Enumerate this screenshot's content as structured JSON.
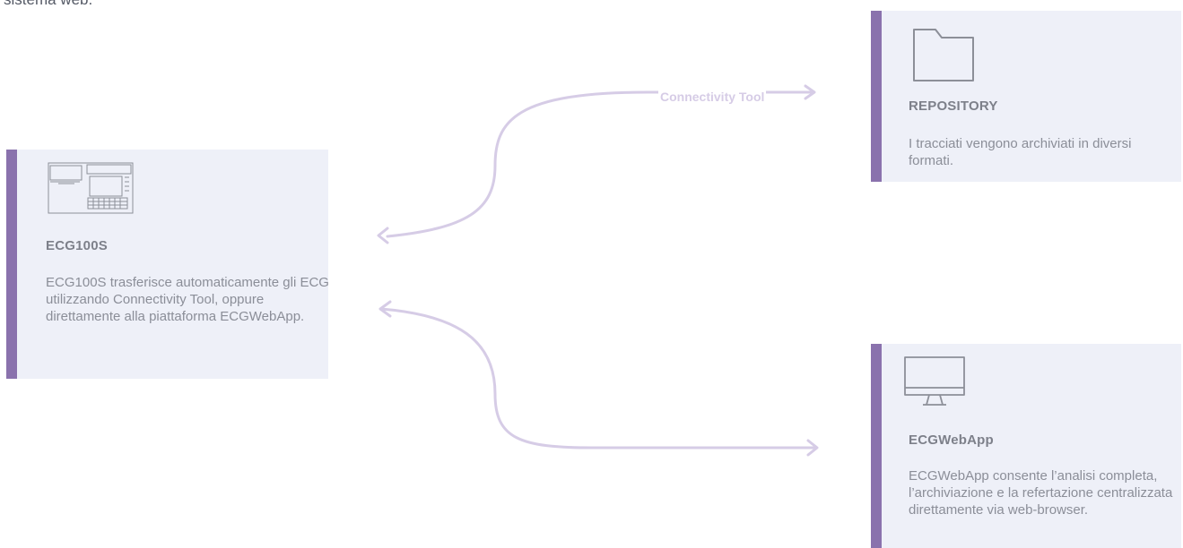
{
  "intro": {
    "text": "sistema web."
  },
  "cards": {
    "ecg": {
      "title": "ECG100S",
      "description": "ECG100S trasferisce automaticamente gli ECG utilizzando Connectivity Tool, oppure direttamente alla piattaforma ECGWebApp.",
      "image": "ecg-device-icon"
    },
    "repository": {
      "title": "REPOSITORY",
      "description": "I tracciati vengono archiviati in diversi formati.",
      "icon": "folder-icon"
    },
    "webapp": {
      "title": "ECGWebApp",
      "description": "ECGWebApp consente l’analisi completa, l’archiviazione e la refertazione centralizzata direttamente via web-browser.",
      "icon": "monitor-icon"
    }
  },
  "connectors": {
    "repository_label": "Connectivity Tool"
  },
  "colors": {
    "accent": "#8a72ad",
    "card_bg": "#eef0f8",
    "connector": "#d6cce6"
  }
}
